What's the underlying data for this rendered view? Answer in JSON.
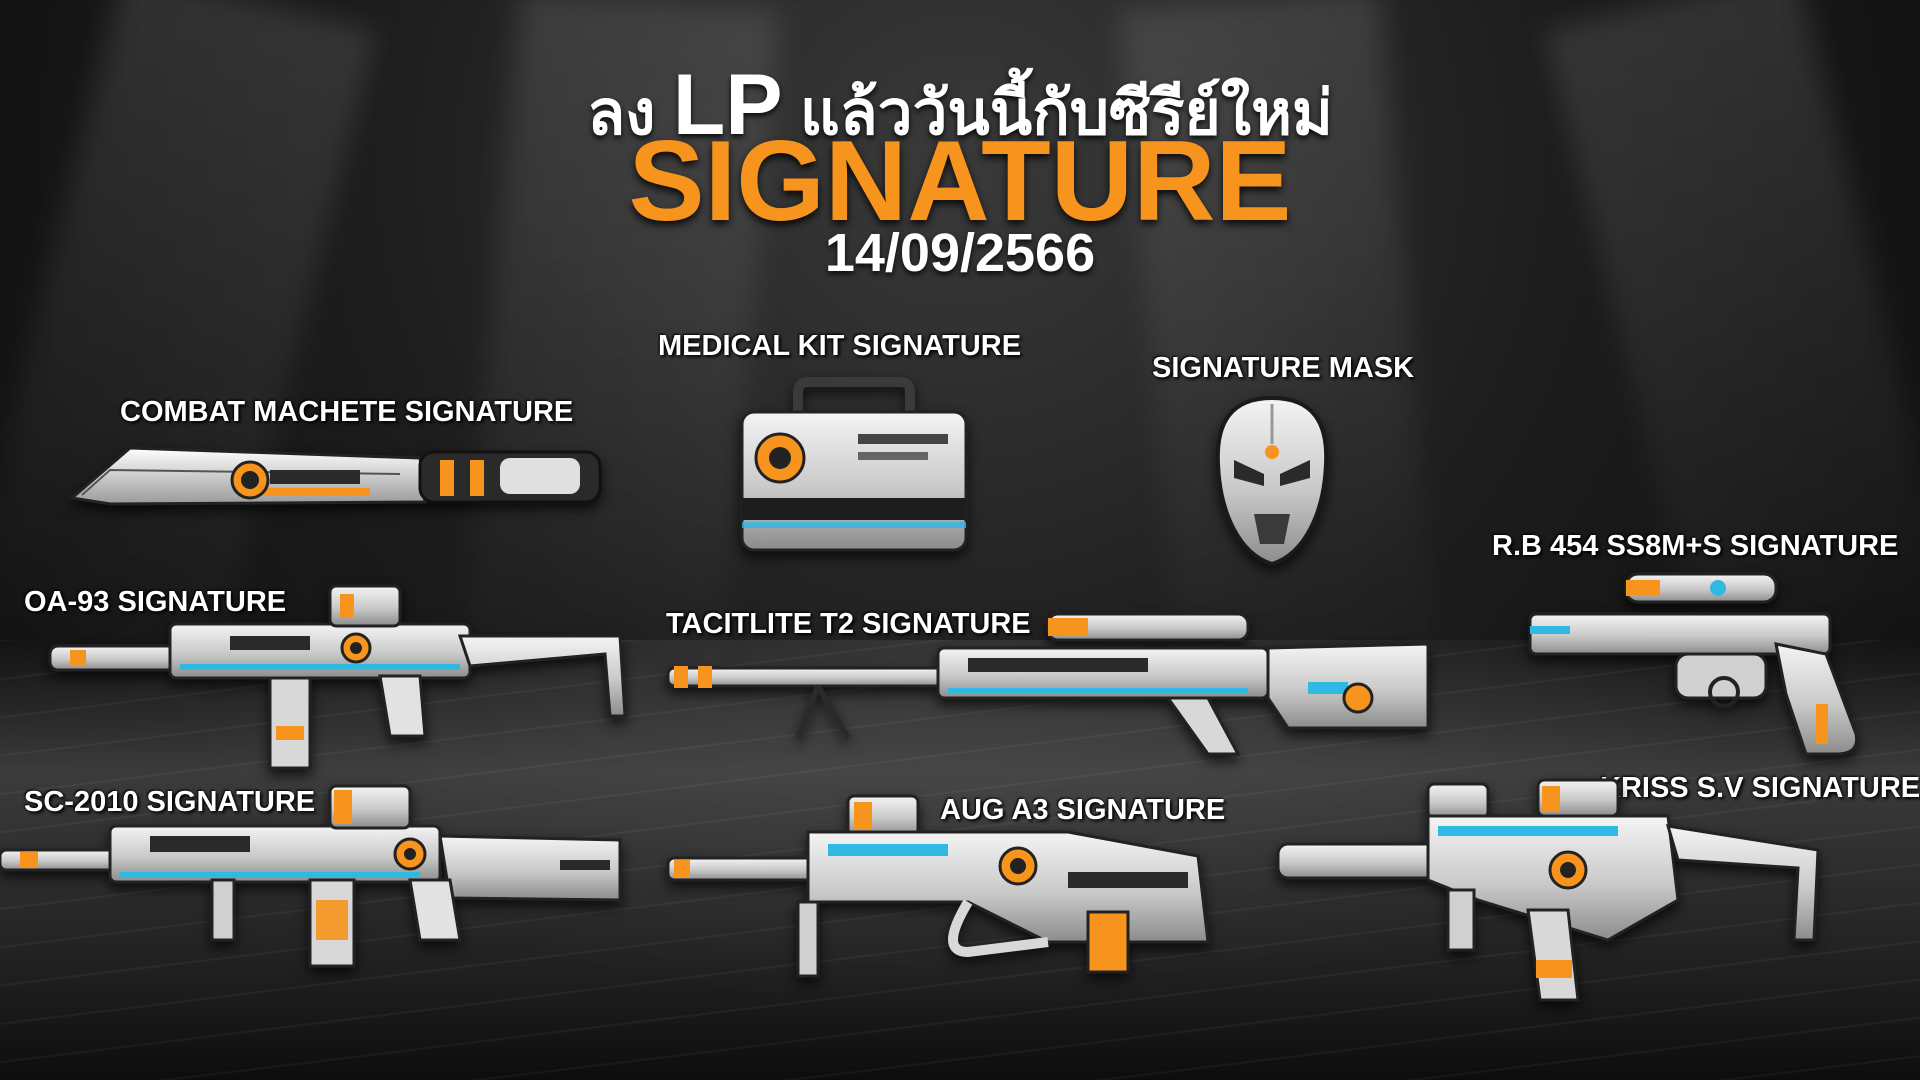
{
  "banner": {
    "headline_prefix": "ลง",
    "headline_lp": "LP",
    "headline_suffix": "แล้ววันนี้กับซีรีย์ใหม่",
    "series_name": "SIGNATURE",
    "date": "14/09/2566"
  },
  "items": {
    "medical_kit": "MEDICAL KIT SIGNATURE",
    "mask": "SIGNATURE MASK",
    "machete": "COMBAT MACHETE SIGNATURE",
    "revolver": "R.B 454 SS8M+S SIGNATURE",
    "oa93": "OA-93 SIGNATURE",
    "tacitlite": "TACITLITE T2 SIGNATURE",
    "sc2010": "SC-2010 SIGNATURE",
    "aug": "AUG A3 SIGNATURE",
    "kriss": "KRISS S.V SIGNATURE"
  },
  "colors": {
    "accent_orange": "#f7941d",
    "skin_white": "#dcdcdc",
    "trim_blue": "#2fb9e3",
    "dark_parts": "#2a2a2a"
  },
  "icons": [
    "signature-emblem-icon"
  ]
}
